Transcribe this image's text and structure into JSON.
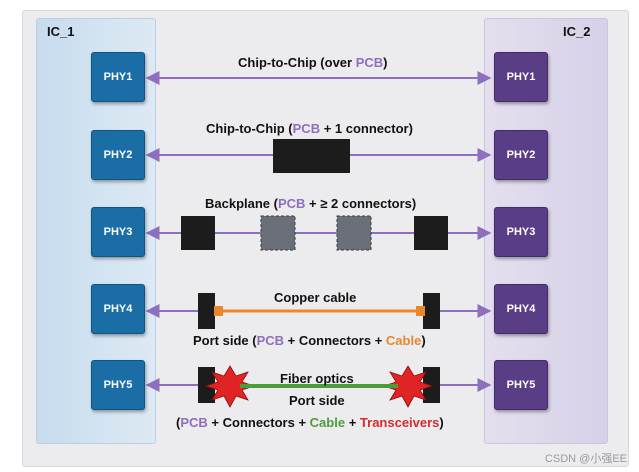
{
  "ic_left": {
    "label": "IC_1"
  },
  "ic_right": {
    "label": "IC_2"
  },
  "phys": [
    "PHY1",
    "PHY2",
    "PHY3",
    "PHY4",
    "PHY5"
  ],
  "rows": {
    "row1": {
      "p1": "Chip-to-Chip (over ",
      "pcb": "PCB",
      "p2": ")"
    },
    "row2": {
      "p1": "Chip-to-Chip (",
      "pcb": "PCB",
      "p2": " + 1 connector)"
    },
    "row3": {
      "p1": "Backplane (",
      "pcb": "PCB",
      "p2": " + ≥ 2 connectors)"
    },
    "row4": {
      "top": "Copper cable",
      "p1": "Port side (",
      "pcb": "PCB",
      "p2": " + Connectors + ",
      "cable": "Cable",
      "p3": ")"
    },
    "row5": {
      "top": "Fiber optics",
      "mid": "Port side",
      "p1": "(",
      "pcb": "PCB",
      "p2": " + Connectors + ",
      "cable": "Cable",
      "p3": " + ",
      "trans": "Transceivers",
      "p4": ")"
    }
  },
  "colors": {
    "arrow": "#8e6fbd",
    "connector": "#1c1c1c",
    "connector_dashed": "#6b6f78",
    "copper_cable": "#e8882b",
    "fiber_cable": "#4b9d3a",
    "transceiver_burst": "#e02424",
    "phy_left": "#1a6ea5",
    "phy_right": "#5a3e85"
  },
  "watermark": "CSDN @小强EE"
}
